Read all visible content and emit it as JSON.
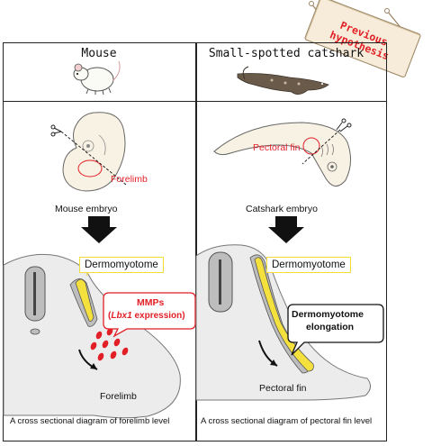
{
  "sign": {
    "text": "Previous hypothesis"
  },
  "mouse": {
    "title": "Mouse",
    "forelimb_label": "Forelimb",
    "embryo_label": "Mouse embryo",
    "dermomyotome_label": "Dermomyotome",
    "mmps_title": "MMPs",
    "mmps_gene": "Lbx1",
    "mmps_suffix": " expression)",
    "limb_label": "Forelimb",
    "caption": "A cross sectional diagram of forelimb level"
  },
  "catshark": {
    "title": "Small-spotted catshark",
    "fin_label": "Pectoral fin",
    "embryo_label": "Catshark embryo",
    "dermomyotome_label": "Dermomyotome",
    "elongation_line1": "Dermomyotome",
    "elongation_line2": "elongation",
    "fin_bottom_label": "Pectoral fin",
    "caption": "A cross sectional diagram of pectoral fin level"
  },
  "colors": {
    "red": "#e21f26",
    "yellow": "#f5e13e",
    "tissue": "#ececec",
    "neural_tube": "#bdbdbd",
    "sign": "#f6ecd9"
  }
}
